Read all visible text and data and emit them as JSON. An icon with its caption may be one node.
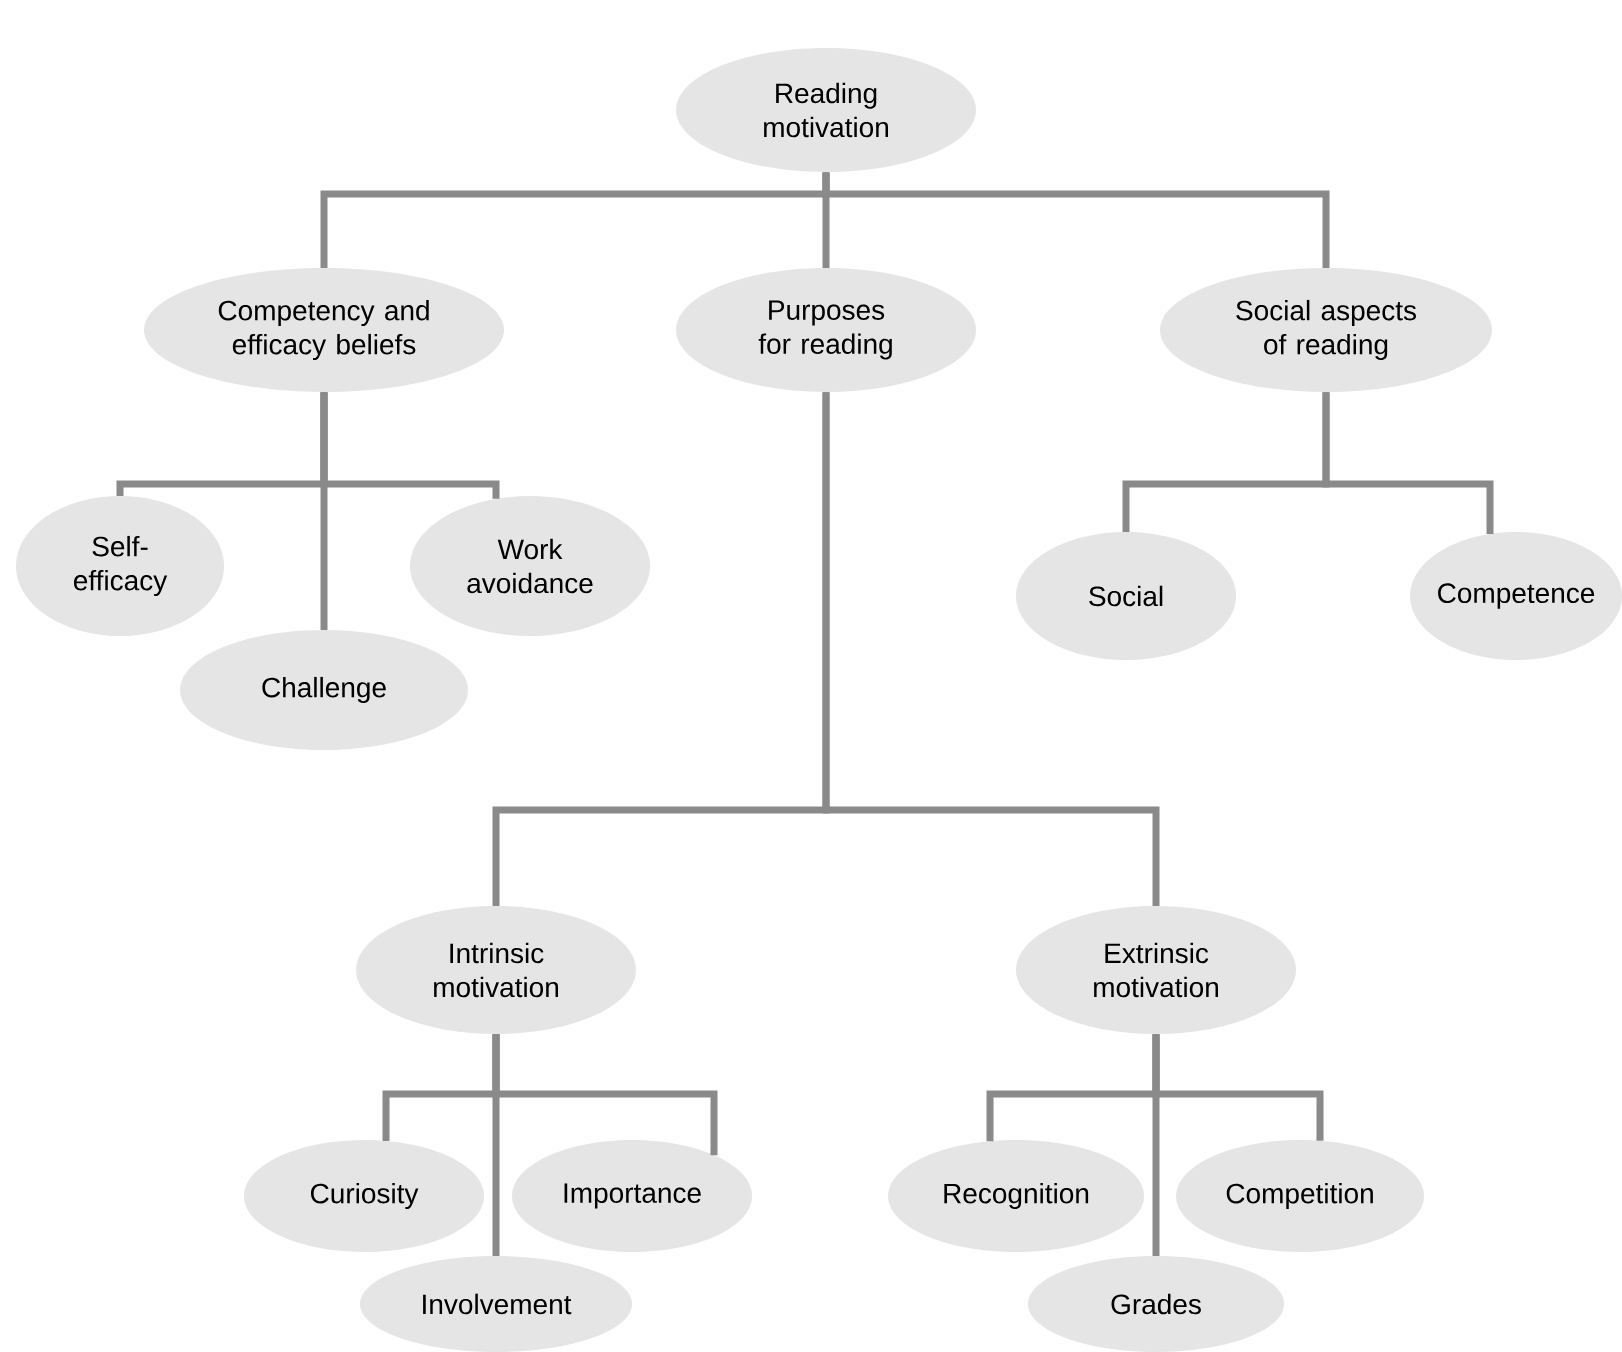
{
  "diagram": {
    "nodes": [
      {
        "text": [
          "Reading motivation"
        ]
      },
      {
        "text": [
          "Competency and efficacy beliefs"
        ]
      },
      {
        "text": [
          "Purposes for reading"
        ]
      },
      {
        "text": [
          "Social aspects of reading"
        ]
      },
      {
        "text": [
          "Self-efficacy"
        ]
      },
      {
        "text": [
          "Work avoidance"
        ]
      },
      {
        "text": [
          "Challenge"
        ]
      },
      {
        "text": [
          "Social"
        ]
      },
      {
        "text": [
          "Competence"
        ]
      },
      {
        "text": [
          "Intrinsic motivation"
        ]
      },
      {
        "text": [
          "Extrinsic motivation"
        ]
      },
      {
        "text": [
          "Curiosity"
        ]
      },
      {
        "text": [
          "Importance"
        ]
      },
      {
        "text": [
          "Involvement"
        ]
      },
      {
        "text": [
          "Recognition"
        ]
      },
      {
        "text": [
          "Competition"
        ]
      },
      {
        "text": [
          "Grades"
        ]
      }
    ],
    "edges": [
      {
        "from": 0,
        "to": 1,
        "arrow": "none"
      },
      {
        "from": 0,
        "to": 2,
        "arrow": "none"
      },
      {
        "from": 0,
        "to": 3,
        "arrow": "none"
      },
      {
        "from": 1,
        "to": 4,
        "arrow": "none"
      },
      {
        "from": 1,
        "to": 5,
        "arrow": "none"
      },
      {
        "from": 1,
        "to": 6,
        "arrow": "none"
      },
      {
        "from": 3,
        "to": 7,
        "arrow": "none"
      },
      {
        "from": 3,
        "to": 8,
        "arrow": "none"
      },
      {
        "from": 2,
        "to": 9,
        "arrow": "none"
      },
      {
        "from": 2,
        "to": 10,
        "arrow": "none"
      },
      {
        "from": 9,
        "to": 11,
        "arrow": "none"
      },
      {
        "from": 9,
        "to": 12,
        "arrow": "none"
      },
      {
        "from": 9,
        "to": 13,
        "arrow": "none"
      },
      {
        "from": 10,
        "to": 14,
        "arrow": "none"
      },
      {
        "from": 10,
        "to": 15,
        "arrow": "none"
      },
      {
        "from": 10,
        "to": 16,
        "arrow": "none"
      }
    ]
  }
}
